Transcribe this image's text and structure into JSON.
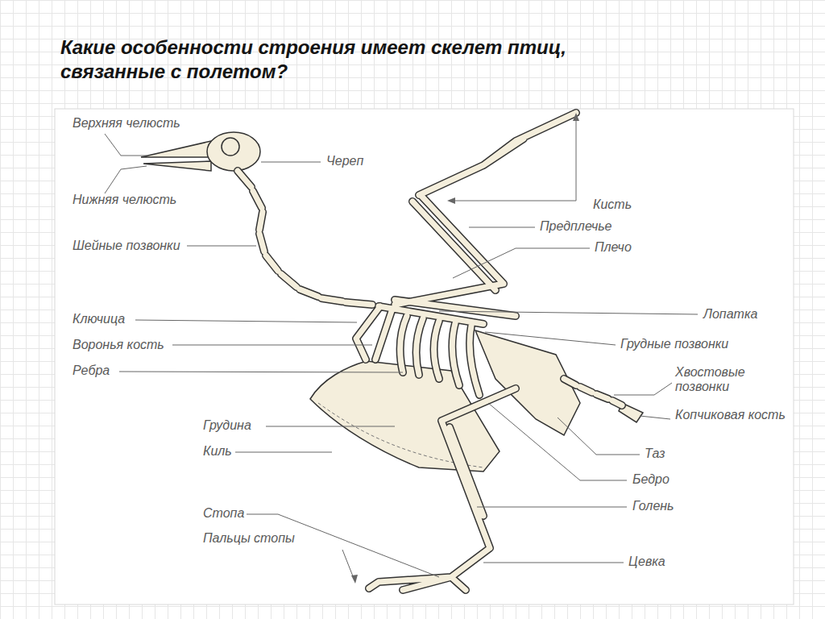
{
  "diagram": {
    "title": "Какие особенности строения имеет скелет птиц, связанные с полетом?",
    "labels": [
      "Верхняя челюсть",
      "Нижняя челюсть",
      "Шейные позвонки",
      "Ключица",
      "Воронья кость",
      "Ребра",
      "Грудина",
      "Киль",
      "Стопа",
      "Пальцы стопы",
      "Череп",
      "Кисть",
      "Предплечье",
      "Плечо",
      "Лопатка",
      "Грудные позвонки",
      "Хвостовые позвонки",
      "Копчиковая кость",
      "Таз",
      "Бедро",
      "Голень",
      "Цевка"
    ]
  }
}
